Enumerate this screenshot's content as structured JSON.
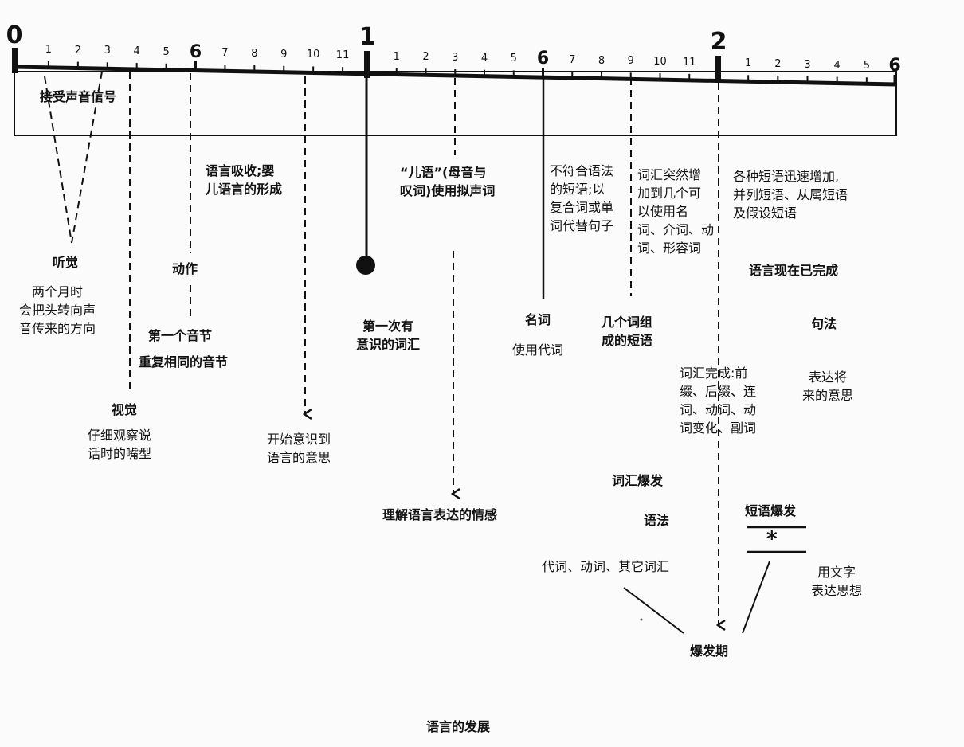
{
  "ruler": {
    "year_labels": [
      "0",
      "1",
      "2"
    ],
    "month_labels_year0": [
      "1",
      "2",
      "3",
      "4",
      "5",
      "6",
      "7",
      "8",
      "9",
      "10",
      "11"
    ],
    "month_labels_year1": [
      "1",
      "2",
      "3",
      "4",
      "5",
      "6",
      "7",
      "8",
      "9",
      "10",
      "11"
    ],
    "month_labels_year2": [
      "1",
      "2",
      "3",
      "4",
      "5",
      "6"
    ]
  },
  "labels": {
    "receive_sound": "接受声音信号",
    "hearing_title": "听觉",
    "hearing_desc": "两个月时\n会把头转向声\n音传来的方向",
    "vision_title": "视觉",
    "vision_desc": "仔细观察说\n话时的嘴型",
    "absorb": "语言吸收;婴\n儿语言的形成",
    "action": "动作",
    "first_syllable": "第一个音节",
    "repeat_syllable": "重复相同的音节",
    "begin_aware": "开始意识到\n语言的意思",
    "first_vocab": "第一次有\n意识的词汇",
    "baby_talk": "“儿语”(母音与\n叹词)使用拟声词",
    "understand": "理解语言表达的情感",
    "ungrammatical": "不符合语法\n的短语;以\n复合词或单\n词代替句子",
    "noun": "名词",
    "use_pronoun": "使用代词",
    "vocab_increase": "词汇突然增\n加到几个可\n以使用名\n词、介词、动\n词、形容词",
    "phrase_few": "几个词组\n成的短语",
    "phrases_increase": "各种短语迅速增加,\n并列短语、从属短语\n及假设短语",
    "lang_complete": "语言现在已完成",
    "syntax": "句法",
    "express_future": "表达将\n来的意思",
    "vocab_complete": "词汇完成:前\n缀、后缀、连\n词、动词、动\n词变化、副词",
    "vocab_burst": "词汇爆发",
    "grammar": "语法",
    "phrase_burst": "短语爆发",
    "asterisk": "*",
    "pron_verb": "代词、动词、其它词汇",
    "express_words": "用文字\n表达思想",
    "burst_period": "爆发期",
    "caption": "语言的发展"
  }
}
